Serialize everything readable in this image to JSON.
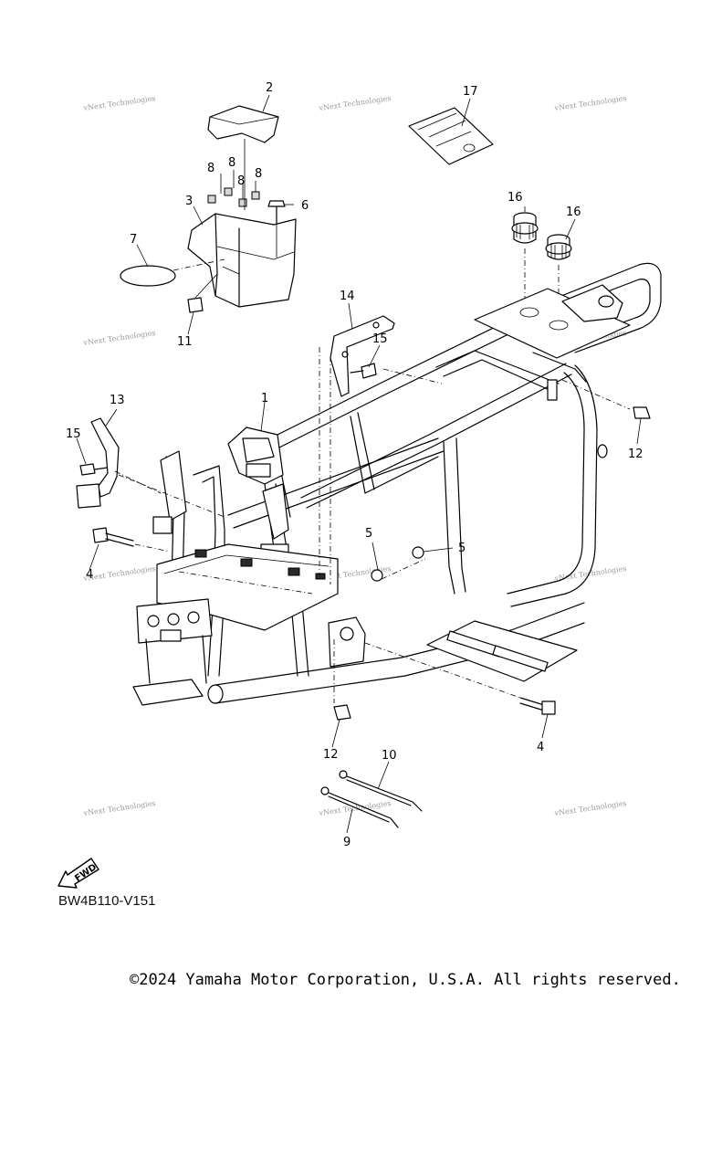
{
  "diagram": {
    "code": "BW4B110-V151",
    "copyright": "©2024 Yamaha Motor Corporation, U.S.A. All rights reserved.",
    "fwd_label": "FWD",
    "watermark": "vNext Technologies",
    "callouts": [
      {
        "id": "c2",
        "label": "2"
      },
      {
        "id": "c17",
        "label": "17"
      },
      {
        "id": "c8a",
        "label": "8"
      },
      {
        "id": "c8b",
        "label": "8"
      },
      {
        "id": "c8c",
        "label": "8"
      },
      {
        "id": "c8d",
        "label": "8"
      },
      {
        "id": "c3",
        "label": "3"
      },
      {
        "id": "c6",
        "label": "6"
      },
      {
        "id": "c7",
        "label": "7"
      },
      {
        "id": "c11",
        "label": "11"
      },
      {
        "id": "c16a",
        "label": "16"
      },
      {
        "id": "c16b",
        "label": "16"
      },
      {
        "id": "c14",
        "label": "14"
      },
      {
        "id": "c15a",
        "label": "15"
      },
      {
        "id": "c1",
        "label": "1"
      },
      {
        "id": "c13",
        "label": "13"
      },
      {
        "id": "c15b",
        "label": "15"
      },
      {
        "id": "c12a",
        "label": "12"
      },
      {
        "id": "c5a",
        "label": "5"
      },
      {
        "id": "c5b",
        "label": "5"
      },
      {
        "id": "c4a",
        "label": "4"
      },
      {
        "id": "c4b",
        "label": "4"
      },
      {
        "id": "c12b",
        "label": "12"
      },
      {
        "id": "c10",
        "label": "10"
      },
      {
        "id": "c9",
        "label": "9"
      }
    ]
  }
}
